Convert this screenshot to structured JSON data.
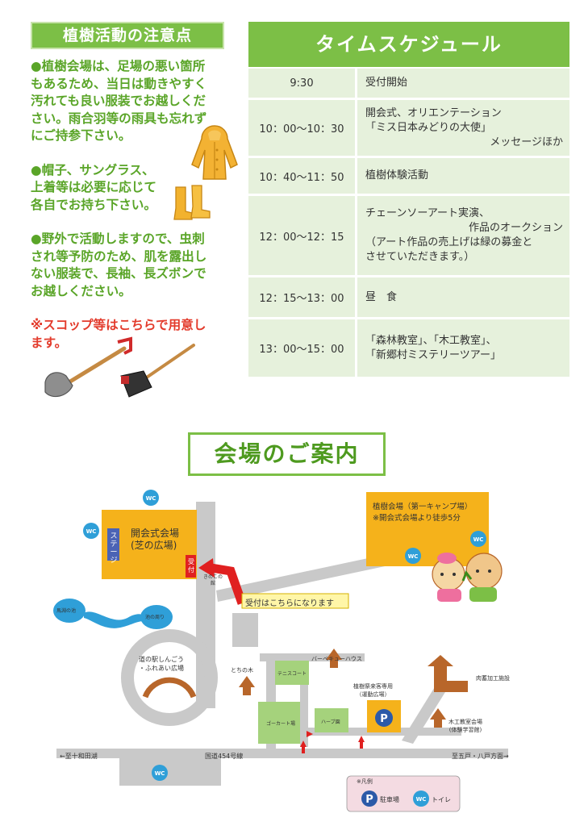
{
  "notes": {
    "title": "植樹活動の注意点",
    "items": [
      "●植樹会場は、足場の悪い箇所\nもあるため、当日は動きやすく\n汚れても良い服装でお越しくだ\nさい。雨合羽等の雨具も忘れず\nにご持参下さい。",
      "●帽子、サングラス、\n上着等は必要に応じて\n各自でお持ち下さい。",
      "●野外で活動しますので、虫刺\nされ等予防のため、肌を露出し\nない服装で、長袖、長ズボンで\nお越しください。"
    ],
    "warning": "※スコップ等はこちらで用意し\nます。"
  },
  "schedule": {
    "title": "タイムスケジュール",
    "rows": [
      {
        "time": "9:30",
        "lines": [
          "受付開始"
        ]
      },
      {
        "time": "10：00～10：30",
        "lines": [
          "開会式、オリエンテーション",
          "「ミス日本みどりの大使」",
          "メッセージほか"
        ]
      },
      {
        "time": "10：40～11：50",
        "lines": [
          "植樹体験活動"
        ]
      },
      {
        "time": "12：00～12：15",
        "lines": [
          "チェーンソーアート実演、",
          "作品のオークション",
          "（アート作品の売上げは緑の募金と",
          "させていただきます。）"
        ]
      },
      {
        "time": "12：15～13：00",
        "lines": [
          "昼　食"
        ]
      },
      {
        "time": "13：00～15：00",
        "lines": [
          "「森林教室」、「木工教室」、",
          "「新郷村ミステリーツアー」"
        ]
      }
    ]
  },
  "map": {
    "title": "会場のご案内",
    "opening_venue": "開会式会場\n(芝の広場)",
    "stage": "ステージ",
    "reception_short": "受付",
    "reception_note": "受付はこちらになります",
    "planting_venue": "植樹会場（第一キャンプ場）\n※開会式会場より徒歩5分",
    "roadside_station": "道の駅しんごう\n・ふれあい広場",
    "route": "国道454号線",
    "to_left": "←至十和田湖",
    "to_right": "至五戸・八戸方面→",
    "bbq_house": "バーベキューハウス",
    "parking_label": "植樹祭来客専用\n（運動広場）",
    "woodwork": "木工教室会場\n(体験学習館)",
    "meat_plant": "肉蓄加工施設",
    "tochi": "とちの木",
    "herb": "ハーブ園",
    "gocart": "ゴーカート場",
    "kinoko": "きのこの館",
    "pond1": "馬淵の池",
    "pond2": "池の周り",
    "park": "テニスコート",
    "wc": "WC",
    "p": "P",
    "legend_title": "※凡例",
    "legend_parking": "駐車場",
    "legend_toilet": "トイレ",
    "colors": {
      "green": "#7cbf46",
      "yellow": "#f5b21b",
      "gray": "#c9c9c9",
      "blue": "#2f9fd8",
      "brown": "#b8662a",
      "red": "#e02020"
    }
  }
}
